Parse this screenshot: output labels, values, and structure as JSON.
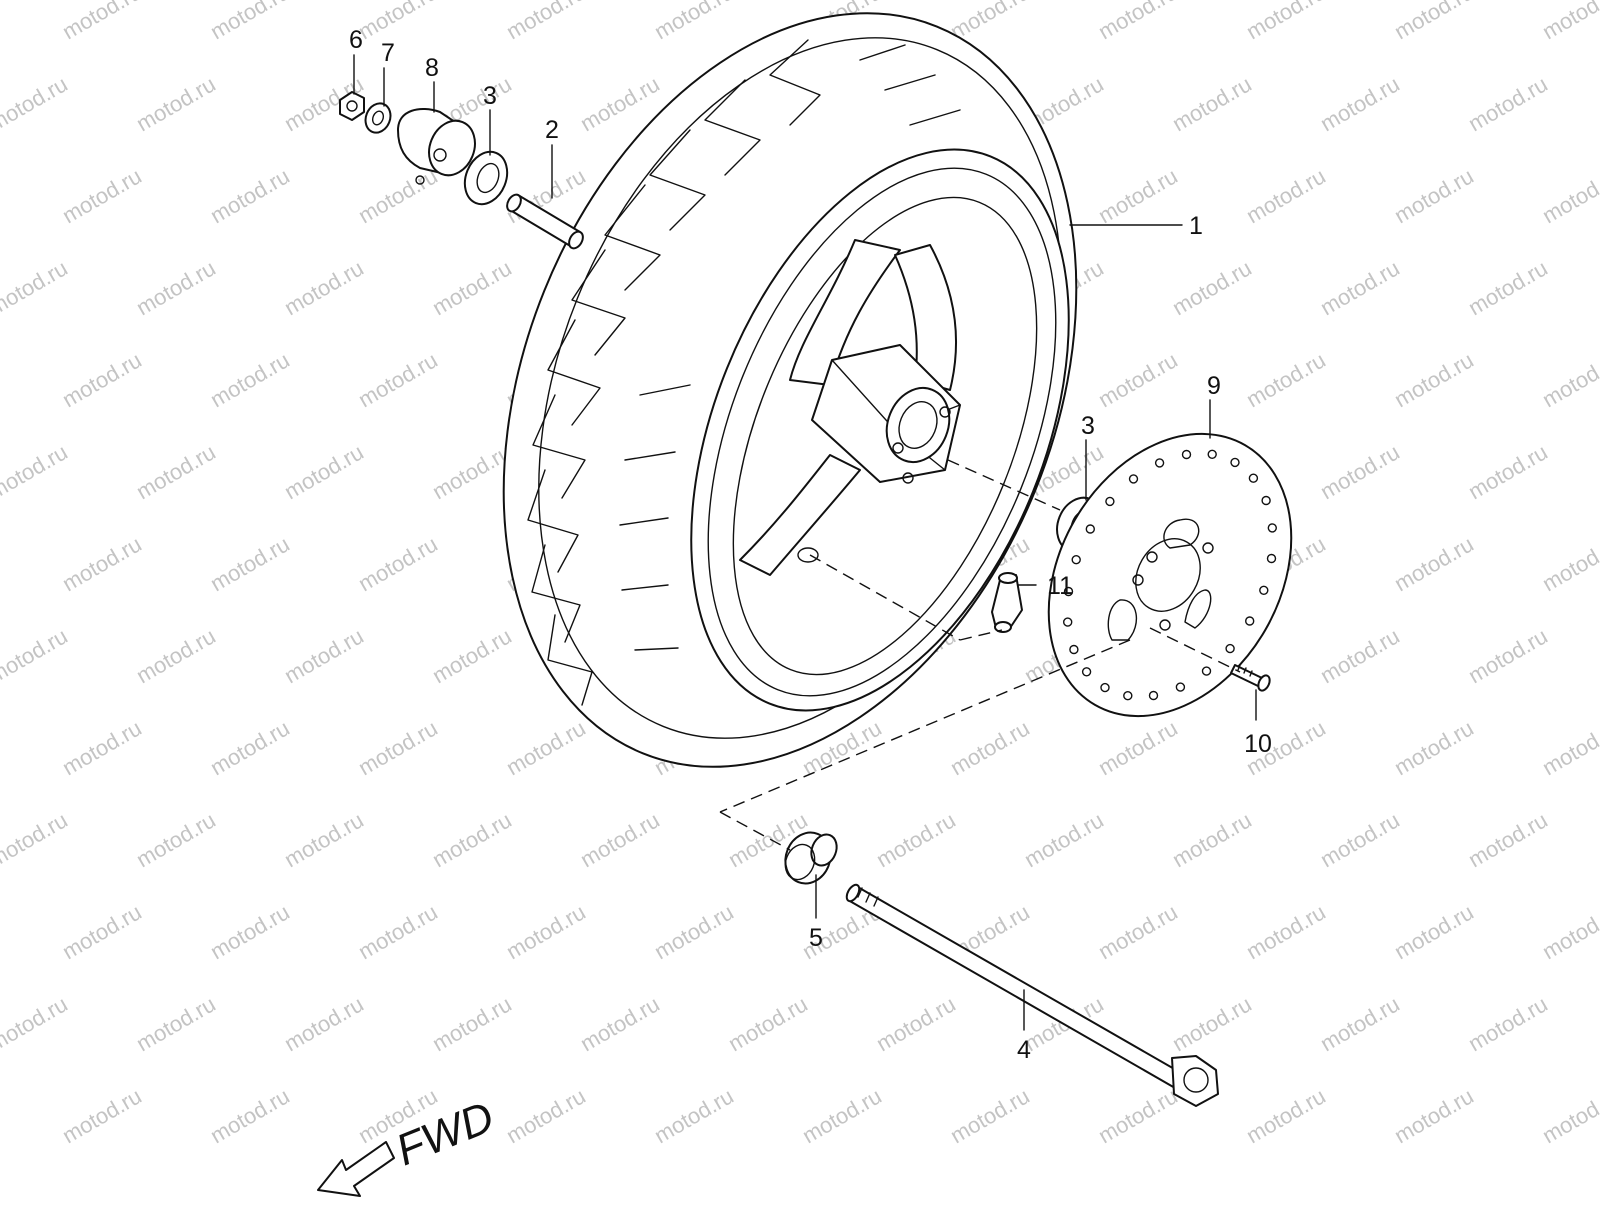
{
  "diagram": {
    "watermark": "motod.ru",
    "direction_label": "FWD",
    "callouts": [
      {
        "id": "1",
        "label": "1"
      },
      {
        "id": "2",
        "label": "2"
      },
      {
        "id": "3a",
        "label": "3"
      },
      {
        "id": "3b",
        "label": "3"
      },
      {
        "id": "4",
        "label": "4"
      },
      {
        "id": "5",
        "label": "5"
      },
      {
        "id": "6",
        "label": "6"
      },
      {
        "id": "7",
        "label": "7"
      },
      {
        "id": "8",
        "label": "8"
      },
      {
        "id": "9",
        "label": "9"
      },
      {
        "id": "10",
        "label": "10"
      },
      {
        "id": "11",
        "label": "11"
      }
    ]
  }
}
